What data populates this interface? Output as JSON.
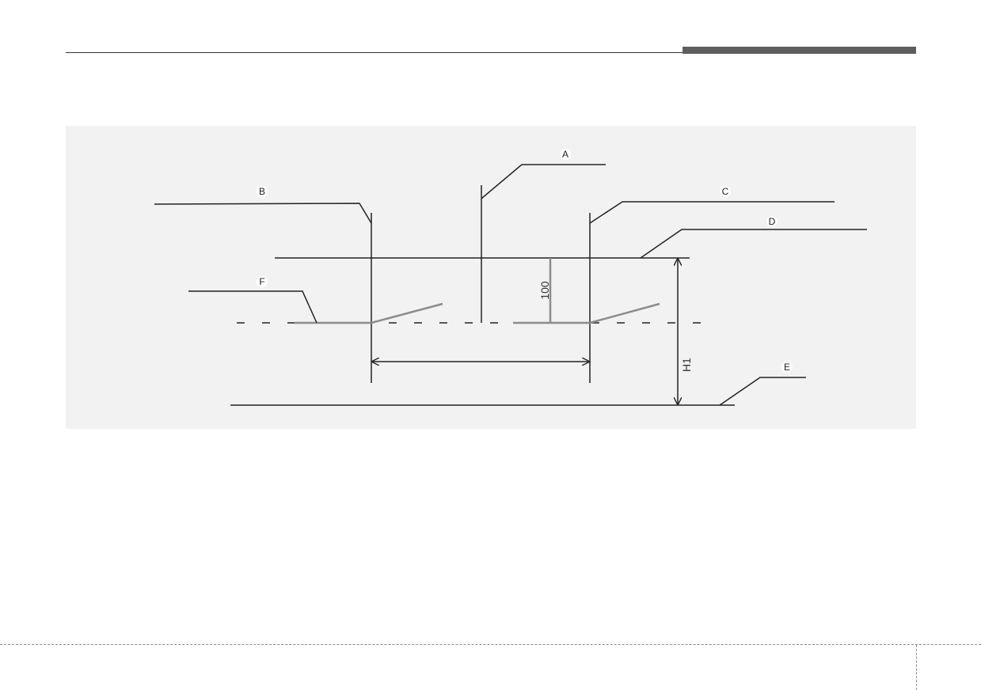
{
  "diagram": {
    "callouts": {
      "a": "A",
      "b": "B",
      "c": "C",
      "d": "D",
      "e": "E",
      "f": "F"
    },
    "dimensions": {
      "offset": "100",
      "height": "H1"
    }
  },
  "colors": {
    "line": "#222222",
    "gray_line": "#8c8c8c",
    "panel": "#f2f2f2",
    "header_tab": "#5e5e5e"
  }
}
